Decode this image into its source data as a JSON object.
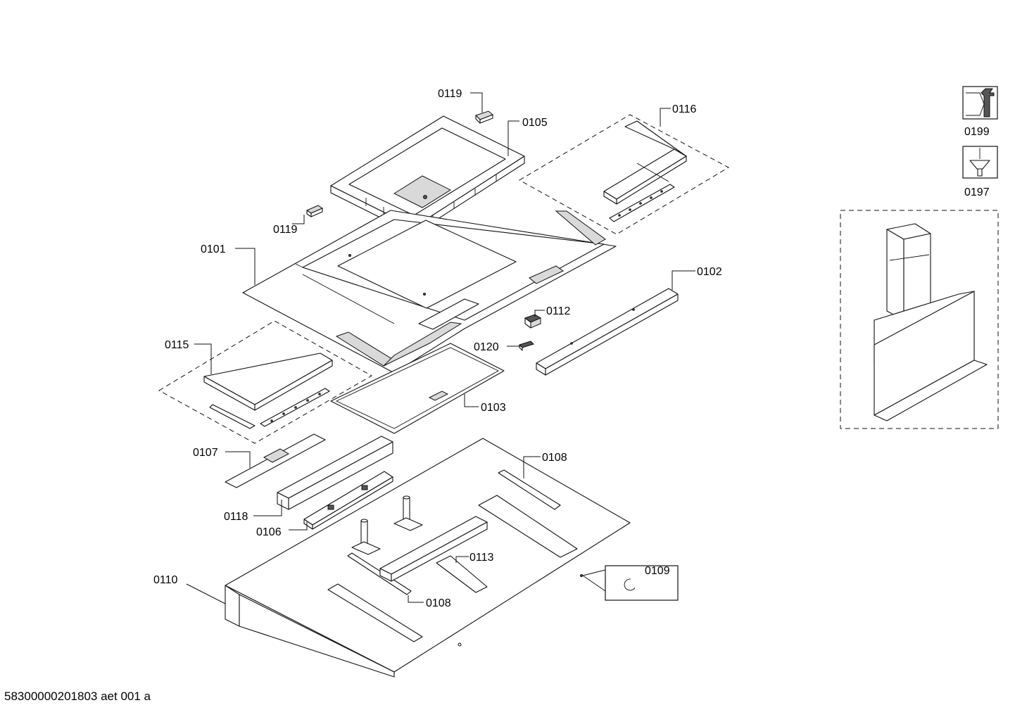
{
  "footer": {
    "drawing_id": "58300000201803 aet 001 a"
  },
  "labels": {
    "p0119a": "0119",
    "p0105": "0105",
    "p0116": "0116",
    "p0119b": "0119",
    "p0101": "0101",
    "p0102": "0102",
    "p0112": "0112",
    "p0120": "0120",
    "p0115": "0115",
    "p0103": "0103",
    "p0107": "0107",
    "p0108a": "0108",
    "p0118": "0118",
    "p0106": "0106",
    "p0113": "0113",
    "p0109": "0109",
    "p0110": "0110",
    "p0108b": "0108",
    "p0199": "0199",
    "p0197": "0197"
  },
  "icons": {
    "service_icon": "wrench-icon",
    "screw_icon": "screw-icon"
  }
}
